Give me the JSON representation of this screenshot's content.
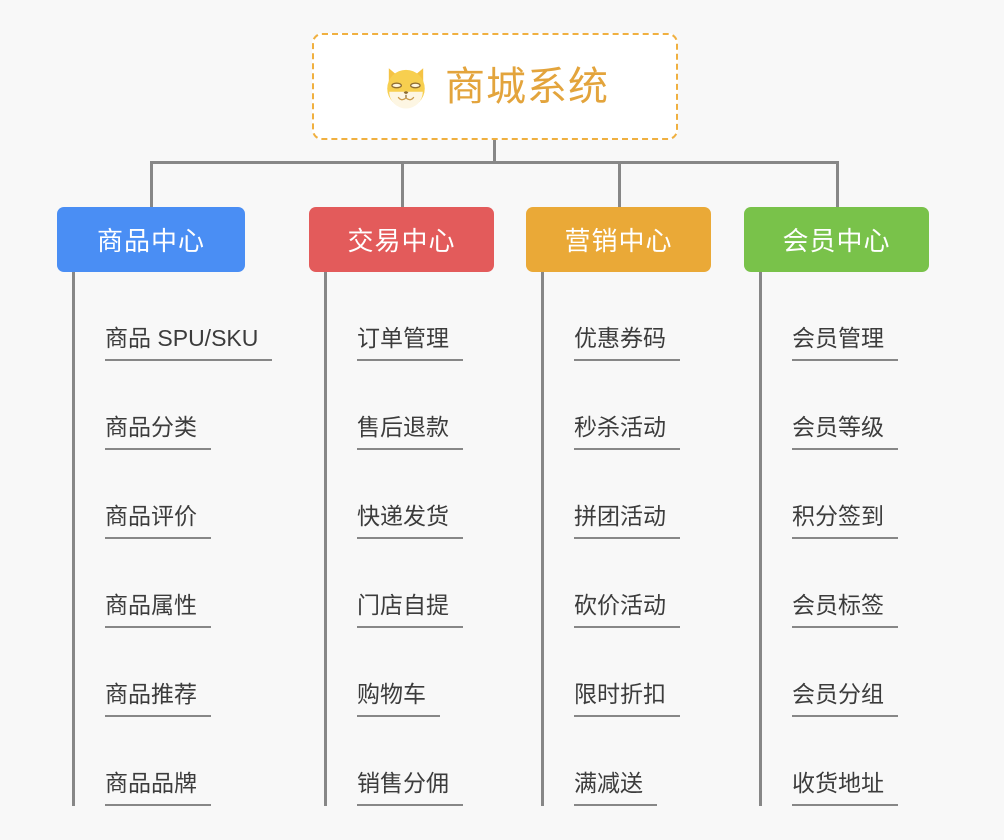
{
  "background_color": "#f8f8f8",
  "root": {
    "icon": "shiba-dog-face-icon",
    "title": "商城系统",
    "title_color": "#e3a43c",
    "border_color": "#f0b040"
  },
  "connector_color": "#878787",
  "columns": [
    {
      "id": "product-center",
      "label": "商品中心",
      "color": "#4a8ef4",
      "items": [
        "商品 SPU/SKU",
        "商品分类",
        "商品评价",
        "商品属性",
        "商品推荐",
        "商品品牌"
      ]
    },
    {
      "id": "trade-center",
      "label": "交易中心",
      "color": "#e35b5b",
      "items": [
        "订单管理",
        "售后退款",
        "快递发货",
        "门店自提",
        "购物车",
        "销售分佣"
      ]
    },
    {
      "id": "marketing-center",
      "label": "营销中心",
      "color": "#eaa937",
      "items": [
        "优惠券码",
        "秒杀活动",
        "拼团活动",
        "砍价活动",
        "限时折扣",
        "满减送"
      ]
    },
    {
      "id": "member-center",
      "label": "会员中心",
      "color": "#79c24a",
      "items": [
        "会员管理",
        "会员等级",
        "积分签到",
        "会员标签",
        "会员分组",
        "收货地址"
      ]
    }
  ]
}
